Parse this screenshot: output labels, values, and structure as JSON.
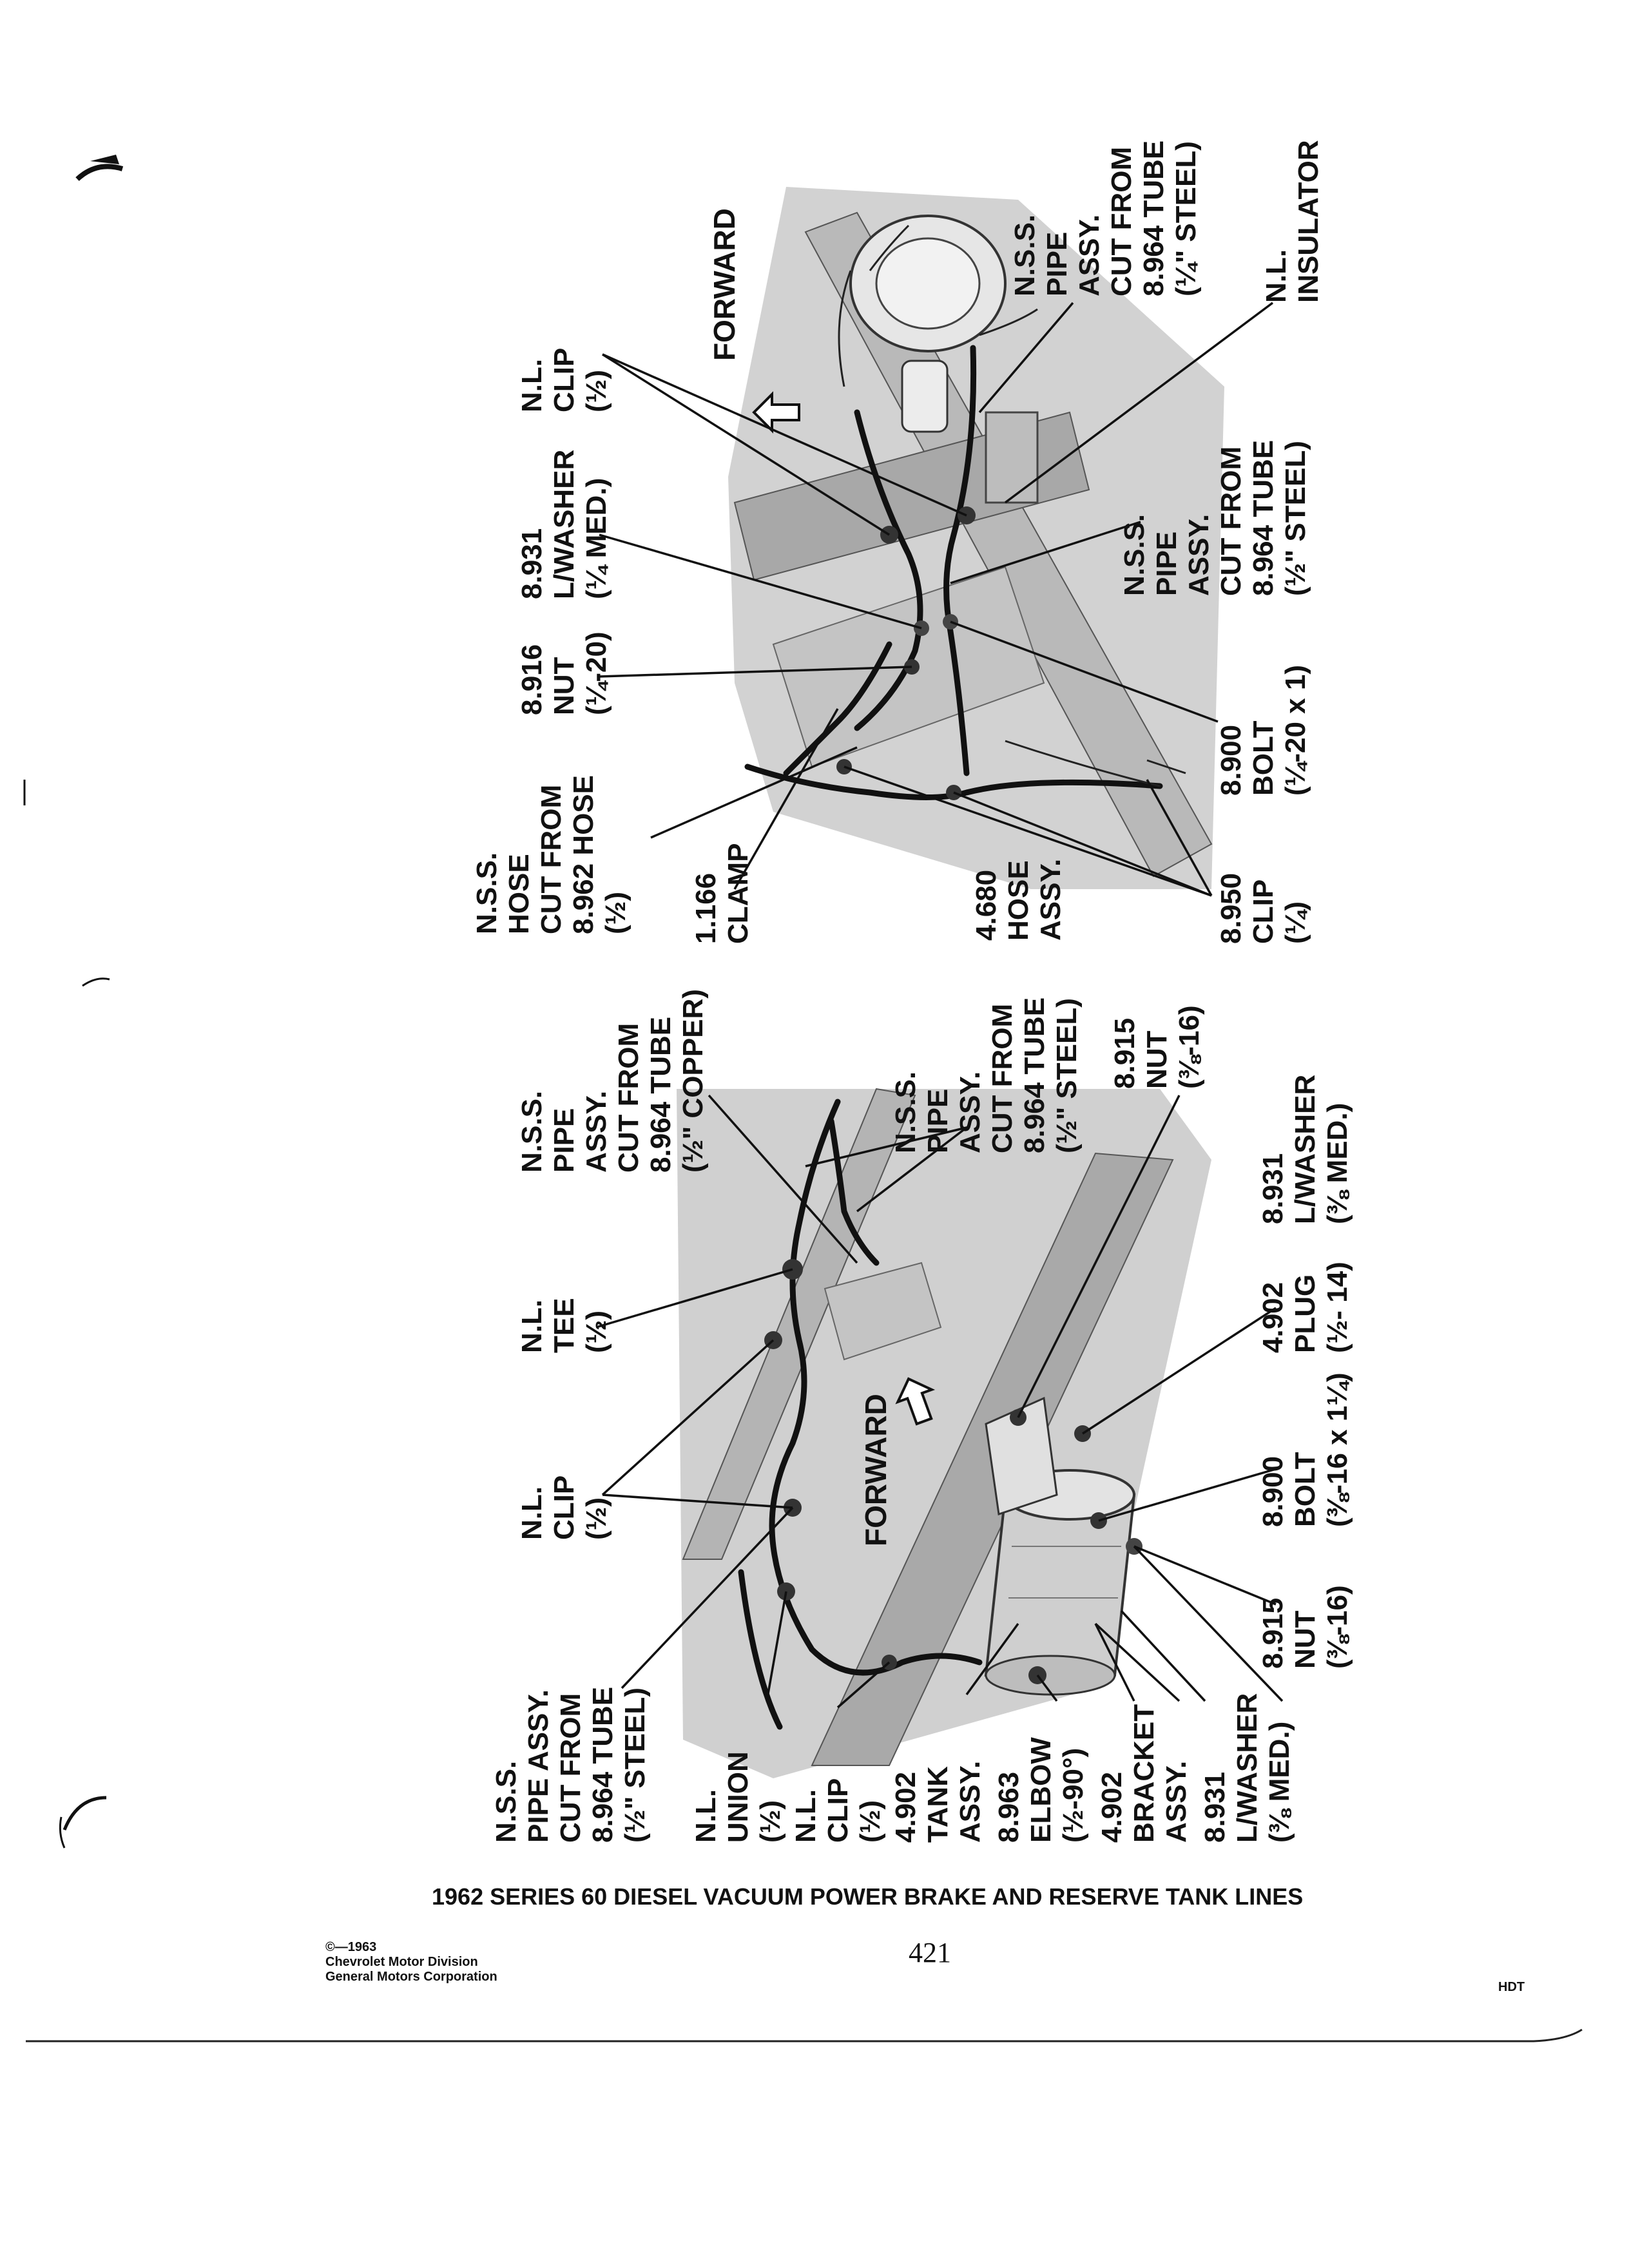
{
  "title": "1962 SERIES 60 DIESEL VACUUM POWER BRAKE AND RESERVE TANK LINES",
  "page_number": "421",
  "footer": {
    "copyright": "©—1963",
    "company_line1": "Chevrolet Motor Division",
    "company_line2": "General Motors Corporation",
    "code": "HDT"
  },
  "upper_view": {
    "forward_label": "FORWARD",
    "callouts": [
      {
        "lines": [
          "N.L.",
          "CLIP",
          "(½)"
        ]
      },
      {
        "lines": [
          "N.S.S.",
          "PIPE",
          "ASSY.",
          "CUT FROM",
          "8.964 TUBE",
          "(¼\" STEEL)"
        ]
      },
      {
        "lines": [
          "N.L.",
          "INSULATOR"
        ]
      },
      {
        "lines": [
          "8.931",
          "L/WASHER",
          "(¼ MED.)"
        ]
      },
      {
        "lines": [
          "N.S.S.",
          "PIPE",
          "ASSY.",
          "CUT FROM",
          "8.964 TUBE",
          "(½\" STEEL)"
        ]
      },
      {
        "lines": [
          "8.916",
          "NUT",
          "(¼-20)"
        ]
      },
      {
        "lines": [
          "N.S.S.",
          "HOSE",
          "CUT FROM",
          "8.962 HOSE",
          "(½)"
        ]
      },
      {
        "lines": [
          "8.900",
          "BOLT",
          "(¼-20 x 1)"
        ]
      },
      {
        "lines": [
          "1.166",
          "CLAMP"
        ]
      },
      {
        "lines": [
          "4.680",
          "HOSE",
          "ASSY."
        ]
      },
      {
        "lines": [
          "8.950",
          "CLIP",
          "(¼)"
        ]
      }
    ]
  },
  "lower_view": {
    "forward_label": "FORWARD",
    "callouts": [
      {
        "lines": [
          "N.S.S.",
          "PIPE",
          "ASSY.",
          "CUT FROM",
          "8.964 TUBE",
          "(½\" COPPER)"
        ]
      },
      {
        "lines": [
          "N.S.S.",
          "PIPE",
          "ASSY.",
          "CUT FROM",
          "8.964 TUBE",
          "(½\" STEEL)"
        ]
      },
      {
        "lines": [
          "8.915",
          "NUT",
          "(⅜-16)"
        ]
      },
      {
        "lines": [
          "N.L.",
          "TEE",
          "(½)"
        ]
      },
      {
        "lines": [
          "8.931",
          "L/WASHER",
          "(⅜ MED.)"
        ]
      },
      {
        "lines": [
          "4.902",
          "PLUG",
          "(½- 14)"
        ]
      },
      {
        "lines": [
          "N.L.",
          "CLIP",
          "(½)"
        ]
      },
      {
        "lines": [
          "8.900",
          "BOLT",
          "(⅜-16 x 1¼)"
        ]
      },
      {
        "lines": [
          "8.915",
          "NUT",
          "(⅜-16)"
        ]
      },
      {
        "lines": [
          "N.S.S.",
          "PIPE ASSY.",
          "CUT FROM",
          "8.964 TUBE",
          "(½\" STEEL)"
        ]
      },
      {
        "lines": [
          "N.L.",
          "UNION",
          "(½)"
        ]
      },
      {
        "lines": [
          "N.L.",
          "CLIP",
          "(½)"
        ]
      },
      {
        "lines": [
          "4.902",
          "TANK",
          "ASSY."
        ]
      },
      {
        "lines": [
          "8.963",
          "ELBOW",
          "(½-90°)"
        ]
      },
      {
        "lines": [
          "4.902",
          "BRACKET",
          "ASSY."
        ]
      },
      {
        "lines": [
          "8.931",
          "L/WASHER",
          "(⅜ MED.)"
        ]
      }
    ]
  }
}
